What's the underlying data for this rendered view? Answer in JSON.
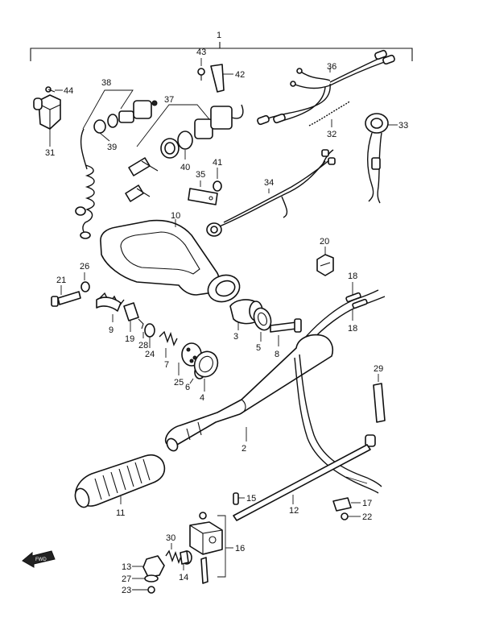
{
  "assembly_label": "1",
  "fwd_label": "FWD",
  "callouts": {
    "c2": "2",
    "c3": "3",
    "c4": "4",
    "c5": "5",
    "c6": "6",
    "c7": "7",
    "c8": "8",
    "c9": "9",
    "c10": "10",
    "c11": "11",
    "c12": "12",
    "c13": "13",
    "c14": "14",
    "c15": "15",
    "c16": "16",
    "c17": "17",
    "c18a": "18",
    "c18b": "18",
    "c19": "19",
    "c20": "20",
    "c21": "21",
    "c22": "22",
    "c23": "23",
    "c24": "24",
    "c25": "25",
    "c26": "26",
    "c27": "27",
    "c28": "28",
    "c29": "29",
    "c30": "30",
    "c31": "31",
    "c32": "32",
    "c33": "33",
    "c34": "34",
    "c35": "35",
    "c36": "36",
    "c37": "37",
    "c38": "38",
    "c39": "39",
    "c40": "40",
    "c41": "41",
    "c42": "42",
    "c43": "43",
    "c44": "44"
  }
}
